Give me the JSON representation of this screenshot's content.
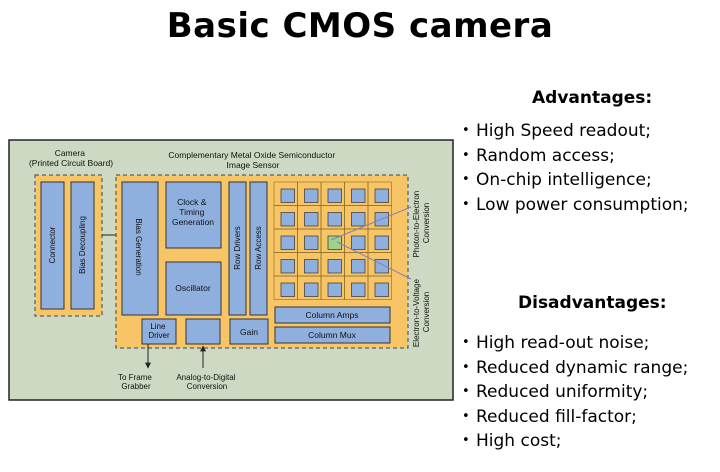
{
  "title": "Basic CMOS camera",
  "diagram": {
    "camera_label": [
      "Camera",
      "(Printed Circuit Board)"
    ],
    "sensor_label": [
      "Complementary Metal Oxide Semiconductor",
      "Image Sensor"
    ],
    "connector": "Connector",
    "bias_decoupling": "Bias Decoupling",
    "bias_generation": "Bias Generation",
    "clock_timing": [
      "Clock &",
      "Timing",
      "Generation"
    ],
    "oscillator": "Oscillator",
    "row_drivers": "Row Drivers",
    "row_access": "Row Access",
    "column_amps": "Column Amps",
    "column_mux": "Column Mux",
    "line_driver": [
      "Line",
      "Driver"
    ],
    "gain": "Gain",
    "photon_conversion": [
      "Photon-to-Electron",
      "Conversion"
    ],
    "electron_conversion": [
      "Electron-to-Voltage",
      "Conversion"
    ],
    "frame_grabber": [
      "To Frame",
      "Grabber"
    ],
    "adc": [
      "Analog-to-Digital",
      "Conversion"
    ]
  },
  "advantages": {
    "heading": "Advantages:",
    "items": [
      "High Speed readout;",
      "Random access;",
      "On-chip intelligence;",
      "Low power consumption;"
    ]
  },
  "disadvantages": {
    "heading": "Disadvantages:",
    "items": [
      "High read-out noise;",
      "Reduced dynamic range;",
      "Reduced uniformity;",
      "Reduced fill-factor;",
      "High cost;"
    ]
  },
  "colors": {
    "board": "#cdd9c2",
    "sensor": "#f7c566",
    "block": "#8fb0df",
    "highlight": "#9fd38a",
    "text": "#000000"
  }
}
